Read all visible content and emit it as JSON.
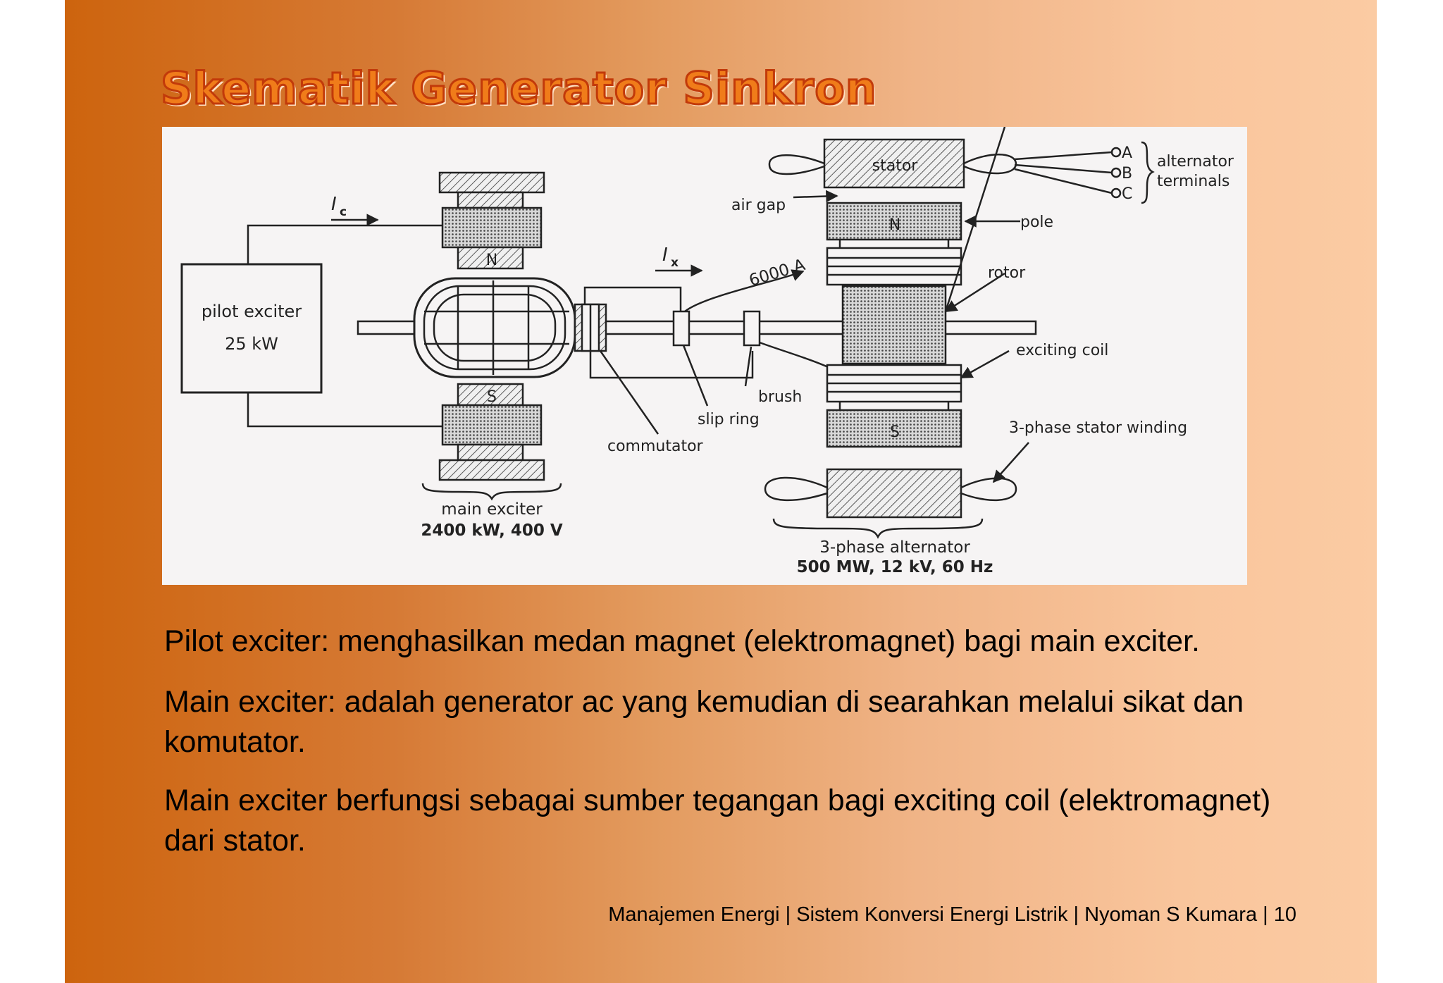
{
  "slide": {
    "title": "Skematik Generator Sinkron",
    "paragraphs": [
      "Pilot exciter: menghasilkan medan magnet (elektromagnet) bagi main exciter.",
      "Main exciter:  adalah generator ac yang kemudian di searahkan melalui sikat dan komutator.",
      "Main exciter berfungsi sebagai sumber tegangan bagi exciting coil (elektromagnet) dari stator."
    ],
    "footer": "Manajemen Energi | Sistem Konversi Energi Listrik | Nyoman S Kumara | 10"
  },
  "diagram": {
    "pilot_exciter": {
      "label": "pilot exciter",
      "rating": "25 kW"
    },
    "current_ic": {
      "symbol": "I",
      "subscript": "c"
    },
    "current_ix": {
      "symbol": "I",
      "subscript": "x"
    },
    "main_exciter": {
      "label": "main exciter",
      "rating": "2400 kW, 400 V"
    },
    "pole_n": "N",
    "pole_s": "S",
    "current_value": "6000 A",
    "labels": {
      "air_gap": "air gap",
      "stator": "stator",
      "pole": "pole",
      "rotor": "rotor",
      "exciting_coil": "exciting coil",
      "brush": "brush",
      "slip_ring": "slip ring",
      "commutator": "commutator",
      "stator_winding": "3-phase stator winding",
      "alternator_terminals_1": "alternator",
      "alternator_terminals_2": "terminals"
    },
    "terminals": [
      "A",
      "B",
      "C"
    ],
    "alternator": {
      "label": "3-phase alternator",
      "rating": "500 MW, 12 kV, 60 Hz"
    }
  },
  "colors": {
    "title_fill": "#f07c1a",
    "title_outline": "#c23a0a",
    "background_left": "#cd640e",
    "background_right": "#fbcba3"
  }
}
